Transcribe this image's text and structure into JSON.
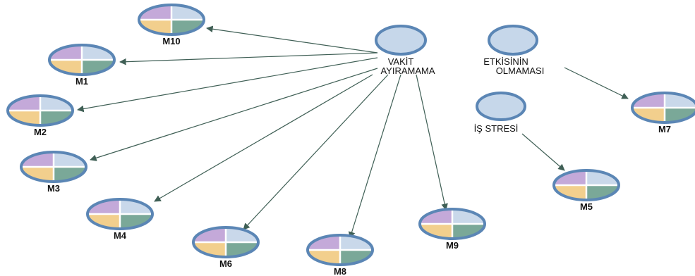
{
  "concepts": [
    {
      "id": "vakit",
      "lines": [
        "VAKİT",
        "AYIRAMAMA"
      ]
    },
    {
      "id": "etki",
      "lines": [
        "ETKİSİNİN",
        "OLMAMASI"
      ]
    },
    {
      "id": "stres",
      "lines": [
        "İŞ STRESİ"
      ]
    }
  ],
  "codes": [
    {
      "id": "M10",
      "label": "M10"
    },
    {
      "id": "M1",
      "label": "M1"
    },
    {
      "id": "M2",
      "label": "M2"
    },
    {
      "id": "M3",
      "label": "M3"
    },
    {
      "id": "M4",
      "label": "M4"
    },
    {
      "id": "M6",
      "label": "M6"
    },
    {
      "id": "M8",
      "label": "M8"
    },
    {
      "id": "M9",
      "label": "M9"
    },
    {
      "id": "M5",
      "label": "M5"
    },
    {
      "id": "M7",
      "label": "M7"
    }
  ],
  "links": [
    {
      "from": "vakit",
      "to": "M10"
    },
    {
      "from": "vakit",
      "to": "M1"
    },
    {
      "from": "vakit",
      "to": "M2"
    },
    {
      "from": "vakit",
      "to": "M3"
    },
    {
      "from": "vakit",
      "to": "M4"
    },
    {
      "from": "vakit",
      "to": "M6"
    },
    {
      "from": "vakit",
      "to": "M8"
    },
    {
      "from": "vakit",
      "to": "M9"
    },
    {
      "from": "etki",
      "to": "M7"
    },
    {
      "from": "stres",
      "to": "M5"
    }
  ],
  "colors": {
    "concept_fill": "#c6d7ea",
    "node_stroke": "#5b86b5",
    "quad_top_left": "#c4a9d9",
    "quad_top_right": "#c9d8ea",
    "quad_bottom_left": "#f2cf8d",
    "quad_bottom_right": "#7aa898",
    "edge": "#3f5f55"
  }
}
